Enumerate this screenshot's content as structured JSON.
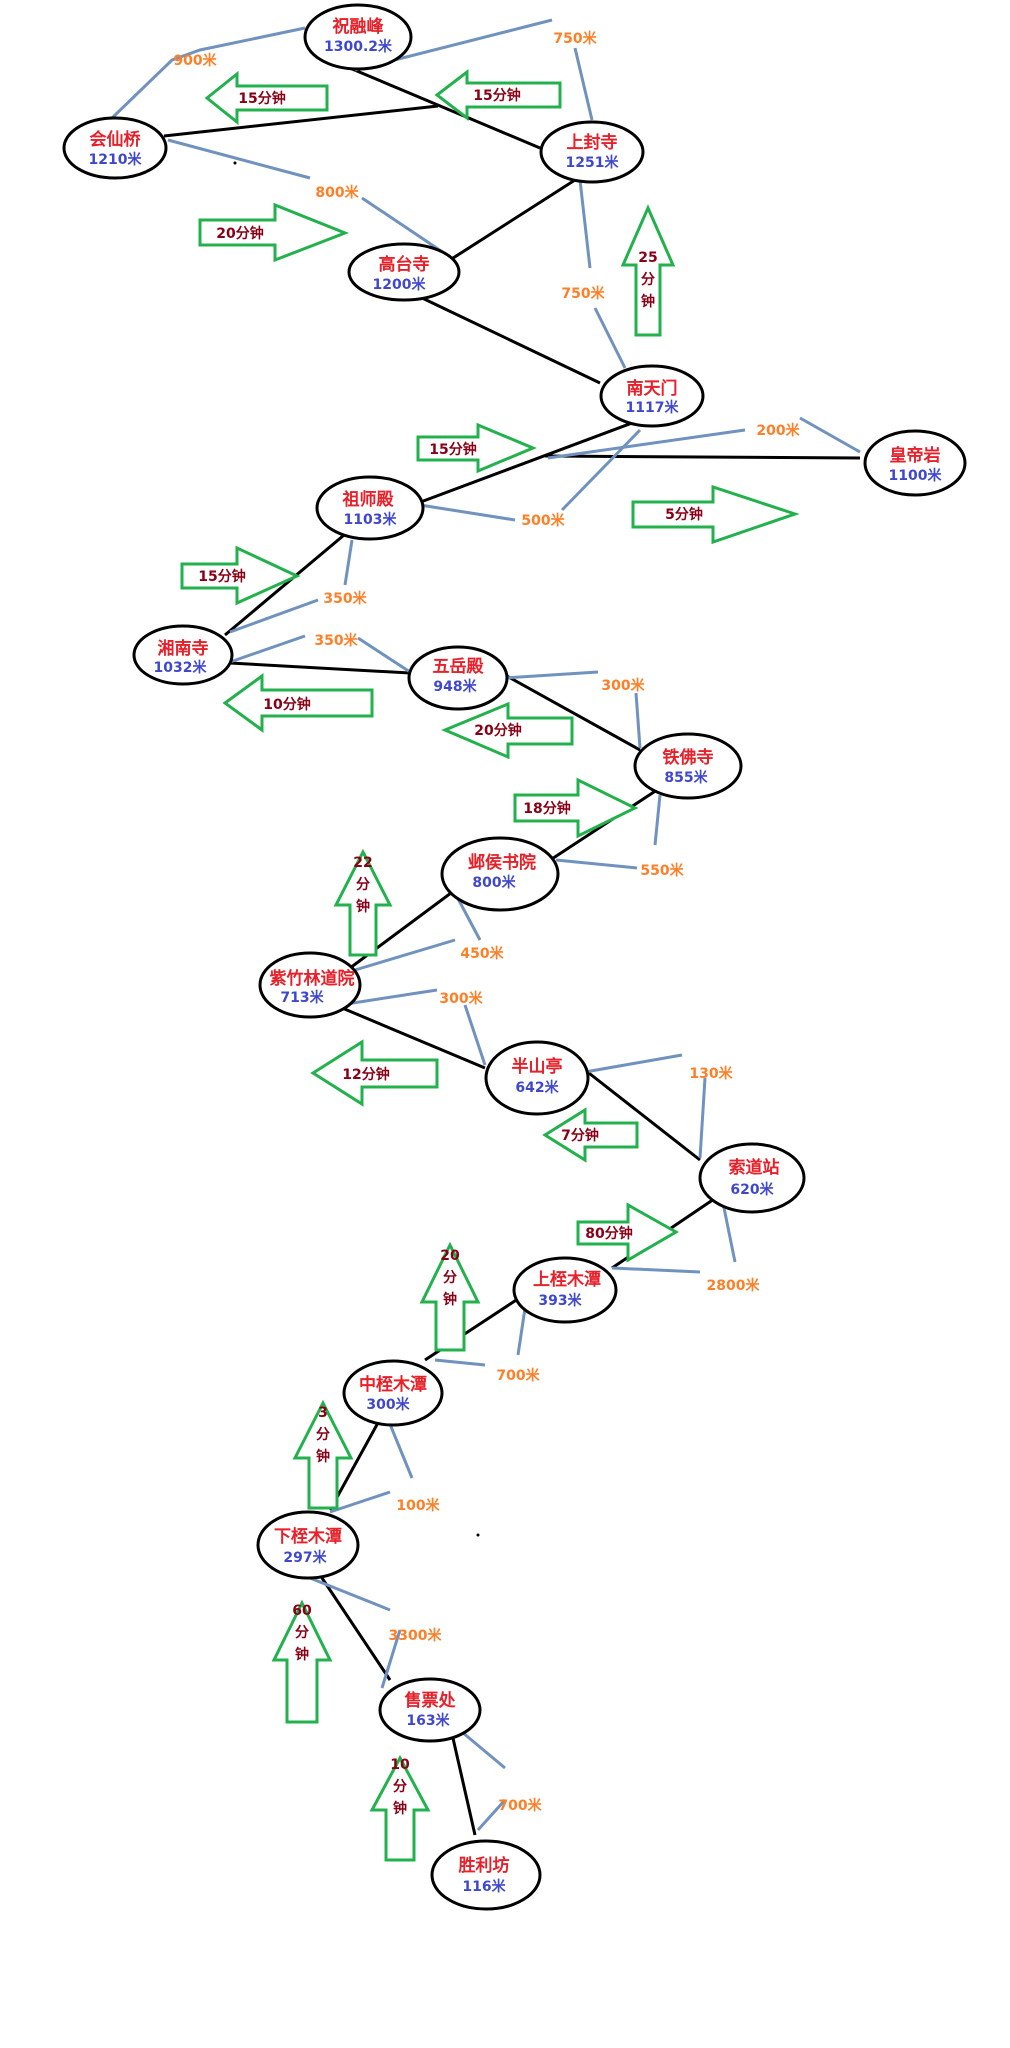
{
  "colors": {
    "node_name": "#e8202a",
    "node_altitude": "#3f48cc",
    "distance": "#ff7f27",
    "route_line": "#000000",
    "leader_line": "#7092be",
    "arrow_outline": "#22b14c",
    "arrow_text": "#880015"
  },
  "nodes": [
    {
      "name": "祝融峰",
      "alt": "1300.2米"
    },
    {
      "name": "会仙桥",
      "alt": "1210米"
    },
    {
      "name": "上封寺",
      "alt": "1251米"
    },
    {
      "name": "高台寺",
      "alt": "1200米"
    },
    {
      "name": "南天门",
      "alt": "1117米"
    },
    {
      "name": "皇帝岩",
      "alt": "1100米"
    },
    {
      "name": "祖师殿",
      "alt": "1103米"
    },
    {
      "name": "湘南寺",
      "alt": "1032米"
    },
    {
      "name": "五岳殿",
      "alt": "948米"
    },
    {
      "name": "铁佛寺",
      "alt": "855米"
    },
    {
      "name": "邺侯书院",
      "alt": "800米"
    },
    {
      "name": "紫竹林道院",
      "alt": "713米"
    },
    {
      "name": "半山亭",
      "alt": "642米"
    },
    {
      "name": "索道站",
      "alt": "620米"
    },
    {
      "name": "上桎木潭",
      "alt": "393米"
    },
    {
      "name": "中桎木潭",
      "alt": "300米"
    },
    {
      "name": "下桎木潭",
      "alt": "297米"
    },
    {
      "name": "售票处",
      "alt": "163米"
    },
    {
      "name": "胜利坊",
      "alt": "116米"
    }
  ],
  "distances": [
    "900米",
    "750米",
    "800米",
    "750米",
    "200米",
    "500米",
    "350米",
    "350米",
    "300米",
    "550米",
    "450米",
    "300米",
    "130米",
    "2800米",
    "700米",
    "100米",
    "3300米",
    "700米"
  ],
  "times": [
    "15分钟",
    "15分钟",
    "20分钟",
    "25分钟",
    "15分钟",
    "5分钟",
    "15分钟",
    "10分钟",
    "20分钟",
    "18分钟",
    "22分钟",
    "12分钟",
    "7分钟",
    "80分钟",
    "20分钟",
    "3分钟",
    "60分钟",
    "10分钟"
  ]
}
